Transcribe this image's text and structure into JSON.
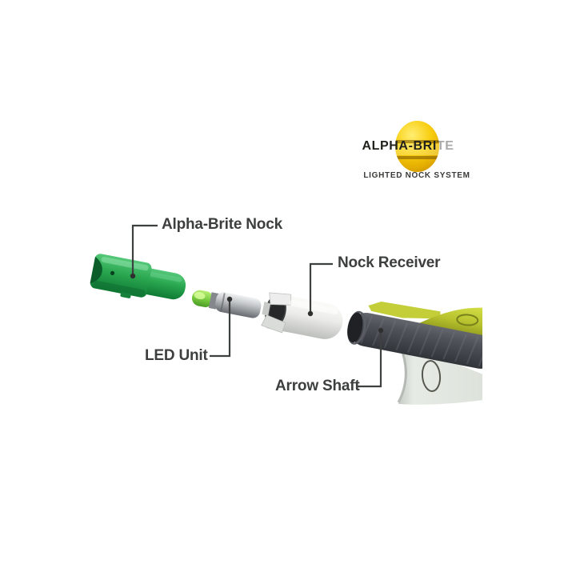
{
  "logo": {
    "brand_main": "ALPHA-BRI",
    "brand_faded": "TE",
    "tagline": "LIGHTED NOCK SYSTEM",
    "colors": {
      "ball_gold": "#f8cd0e",
      "band_dark": "#745200",
      "text": "#22221c"
    }
  },
  "diagram": {
    "labels": {
      "alpha_brite_nock": "Alpha-Brite Nock",
      "nock_receiver": "Nock Receiver",
      "led_unit": "LED Unit",
      "arrow_shaft": "Arrow Shaft"
    },
    "colors": {
      "nock_green": "#2aa750",
      "led_tip_green": "#7ccb3b",
      "led_body_silver": "#b7babd",
      "receiver_white": "#ececea",
      "shaft_carbon": "#4a4e54",
      "vane_chartreuse": "#b9c32f",
      "vane_white": "#e4e8e2",
      "leader_line": "#3e4040"
    }
  }
}
